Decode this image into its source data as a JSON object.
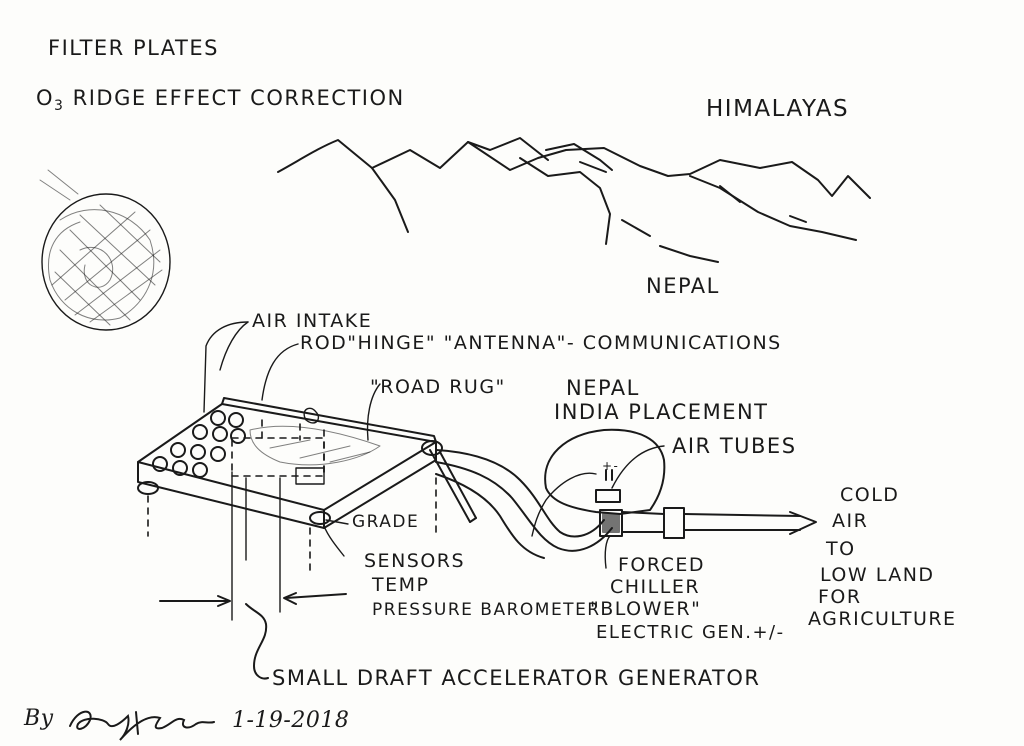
{
  "labels": {
    "filter_plates": "FILTER PLATES",
    "o3_prefix": "O",
    "o3_sub": "3",
    "o3_rest": " RIDGE EFFECT CORRECTION",
    "himalayas": "HIMALAYAS",
    "nepal_top": "NEPAL",
    "air_intake": "AIR INTAKE",
    "rod_hinge": "ROD\"HINGE\" \"ANTENNA\"- COMMUNICATIONS",
    "road_rug": "\"ROAD RUG\"",
    "nepal_india": "NEPAL",
    "india_placement": "INDIA PLACEMENT",
    "air_tubes": "AIR TUBES",
    "cold": "COLD",
    "air": "AIR",
    "to": "TO",
    "low_land": "LOW LAND",
    "for": "FOR",
    "agriculture": "AGRICULTURE",
    "grade": "GRADE",
    "sensors": "SENSORS",
    "temp": "TEMP",
    "pressure": "PRESSURE BAROMETER",
    "forced": "FORCED",
    "chiller": "CHILLER",
    "blower": "\"BLOWER\"",
    "electric_gen": "ELECTRIC GEN.+/-",
    "small_draft": "SMALL DRAFT ACCELERATOR GENERATOR",
    "plus_minus_mark": "+-"
  },
  "signature": {
    "by": "By",
    "date": "1-19-2018"
  },
  "stamp_icon": "scribbled-circle-stamp",
  "ink_color": "#1a1a1a",
  "paper_color": "#fdfdfb"
}
